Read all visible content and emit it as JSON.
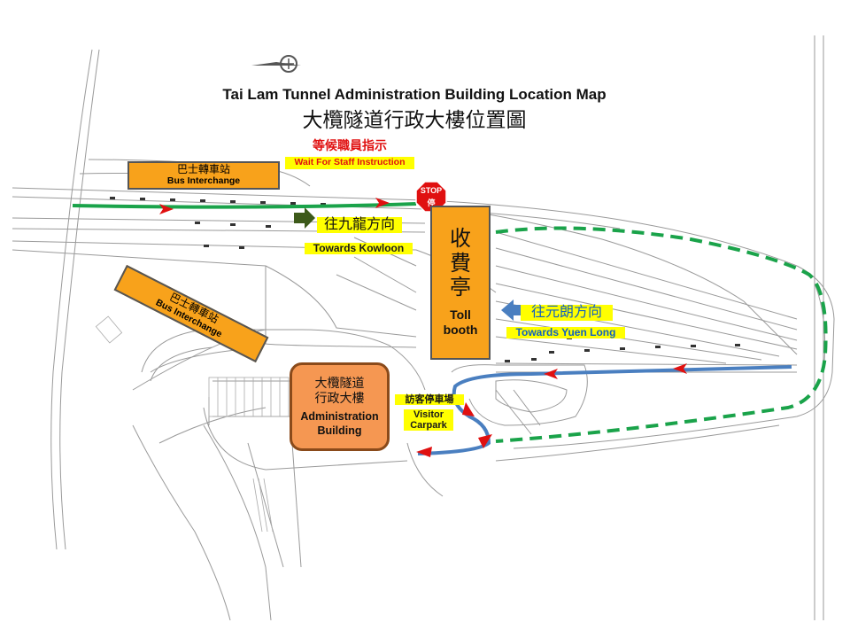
{
  "title": {
    "en": "Tai Lam Tunnel Administration Building Location Map",
    "zh": "大欖隧道行政大樓位置圖"
  },
  "instruction": {
    "zh": "等候職員指示",
    "en": "Wait For Staff Instruction"
  },
  "stop_sign": {
    "en": "STOP",
    "zh": "停"
  },
  "bus_interchange_north": {
    "zh": "巴士轉車站",
    "en": "Bus Interchange"
  },
  "bus_interchange_south": {
    "zh": "巴士轉車站",
    "en": "Bus Interchange"
  },
  "direction_kowloon": {
    "zh": "往九龍方向",
    "en": "Towards Kowloon"
  },
  "direction_yuen_long": {
    "zh": "往元朗方向",
    "en": "Towards Yuen Long"
  },
  "toll_booth": {
    "zh": "收費亭",
    "en_line1": "Toll",
    "en_line2": "booth"
  },
  "administration_building": {
    "zh_line1": "大欖隧道",
    "zh_line2": "行政大樓",
    "en_line1": "Administration",
    "en_line2": "Building"
  },
  "visitor_carpark": {
    "zh": "訪客停車場",
    "en_line1": "Visitor",
    "en_line2": "Carpark"
  },
  "colors": {
    "route_kowloon": "#1aa34a",
    "route_yuen_long": "#4a7fc0",
    "route_return_dashed": "#1aa34a",
    "arrow_red": "#e01010",
    "label_orange": "#f8a21b",
    "admin_orange": "#f59752",
    "highlight_yellow": "#ffff00"
  },
  "icons": [
    "north-arrow-icon",
    "stop-sign-icon",
    "direction-arrow-green-icon",
    "direction-arrow-blue-icon",
    "route-arrow-red-icon"
  ]
}
